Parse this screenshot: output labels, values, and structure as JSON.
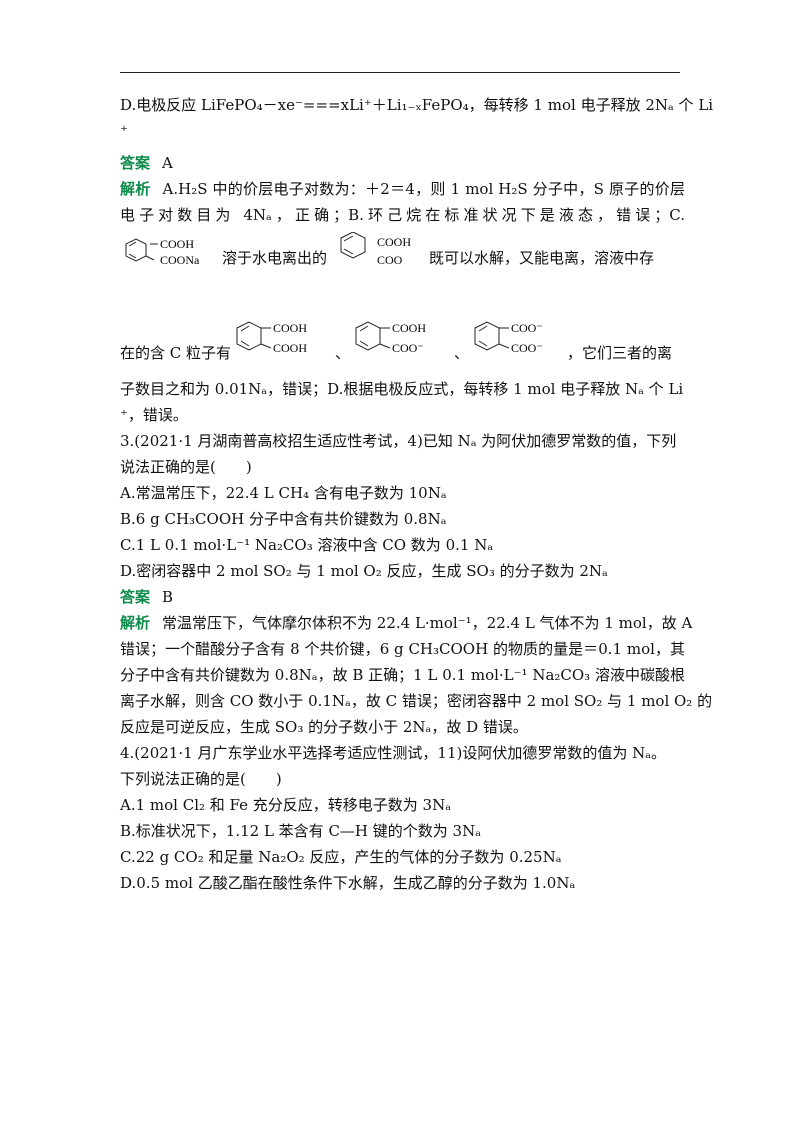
{
  "lines": {
    "d_prev_1": "D.电极反应 LiFePO₄－xe⁻===xLi⁺＋Li₁₋ₓFePO₄，每转移 1 mol 电子释放 2Nₐ 个 Li",
    "d_prev_2": "⁺",
    "ans2_label": "答案",
    "ans2_value": "A",
    "exp2_label": "解析",
    "exp2_1": "A.H₂S 中的价层电子对数为：＋2＝4，则 1 mol H₂S 分子中，S 原子的价层",
    "exp2_2": "电子对数目为 4Nₐ，正确；B.环己烷在标准状况下是液态，错误；C.",
    "exp2_3a": "溶于水电离出的",
    "exp2_3b": "既可以水解，又能电离，溶液中存",
    "exp2_4a": "在的含 C 粒子有",
    "exp2_4b": "、",
    "exp2_4c": "、",
    "exp2_4d": "，它们三者的离",
    "exp2_5": "子数目之和为 0.01Nₐ，错误；D.根据电极反应式，每转移 1 mol 电子释放 Nₐ 个 Li",
    "exp2_6": "⁺，错误。",
    "q3_1": "3.(2021·1 月湖南普高校招生适应性考试，4)已知 Nₐ 为阿伏加德罗常数的值，下列",
    "q3_2": "说法正确的是(　　)",
    "q3_a": "A.常温常压下，22.4 L CH₄ 含有电子数为 10Nₐ",
    "q3_b": "B.6 g CH₃COOH 分子中含有共价键数为 0.8Nₐ",
    "q3_c": "C.1 L 0.1 mol·L⁻¹ Na₂CO₃ 溶液中含 CO 数为 0.1 Nₐ",
    "q3_d": "D.密闭容器中 2 mol SO₂ 与 1 mol O₂ 反应，生成 SO₃ 的分子数为 2Nₐ",
    "ans3_label": "答案",
    "ans3_value": "B",
    "exp3_label": "解析",
    "exp3_1": "常温常压下，气体摩尔体积不为 22.4 L·mol⁻¹，22.4 L 气体不为 1 mol，故 A",
    "exp3_2": "错误；一个醋酸分子含有 8 个共价键，6 g CH₃COOH 的物质的量是＝0.1 mol，其",
    "exp3_3": "分子中含有共价键数为 0.8Nₐ，故 B 正确；1 L 0.1 mol·L⁻¹ Na₂CO₃ 溶液中碳酸根",
    "exp3_4": "离子水解，则含 CO 数小于 0.1Nₐ，故 C 错误；密闭容器中 2 mol SO₂ 与 1 mol O₂ 的",
    "exp3_5": "反应是可逆反应，生成 SO₃ 的分子数小于 2Nₐ，故 D 错误。",
    "q4_1": "4.(2021·1 月广东学业水平选择考适应性测试，11)设阿伏加德罗常数的值为 Nₐ。",
    "q4_2": "下列说法正确的是(　　)",
    "q4_a": "A.1 mol Cl₂ 和 Fe 充分反应，转移电子数为 3Nₐ",
    "q4_b": "B.标准状况下，1.12 L 苯含有 C—H 键的个数为 3Nₐ",
    "q4_c": "C.22 g CO₂ 和足量 Na₂O₂ 反应，产生的气体的分子数为 0.25Nₐ",
    "q4_d": "D.0.5 mol 乙酸乙酯在酸性条件下水解，生成乙醇的分子数为 1.0Nₐ"
  },
  "molecules": {
    "m1_top": "COOH",
    "m1_bot": "COONa",
    "m2_top": "COOH",
    "m2_bot": "COO",
    "s1_top": "COOH",
    "s1_bot": "COOH",
    "s2_top": "COOH",
    "s2_bot": "COO⁻",
    "s3_top": "COO⁻",
    "s3_bot": "COO⁻"
  }
}
